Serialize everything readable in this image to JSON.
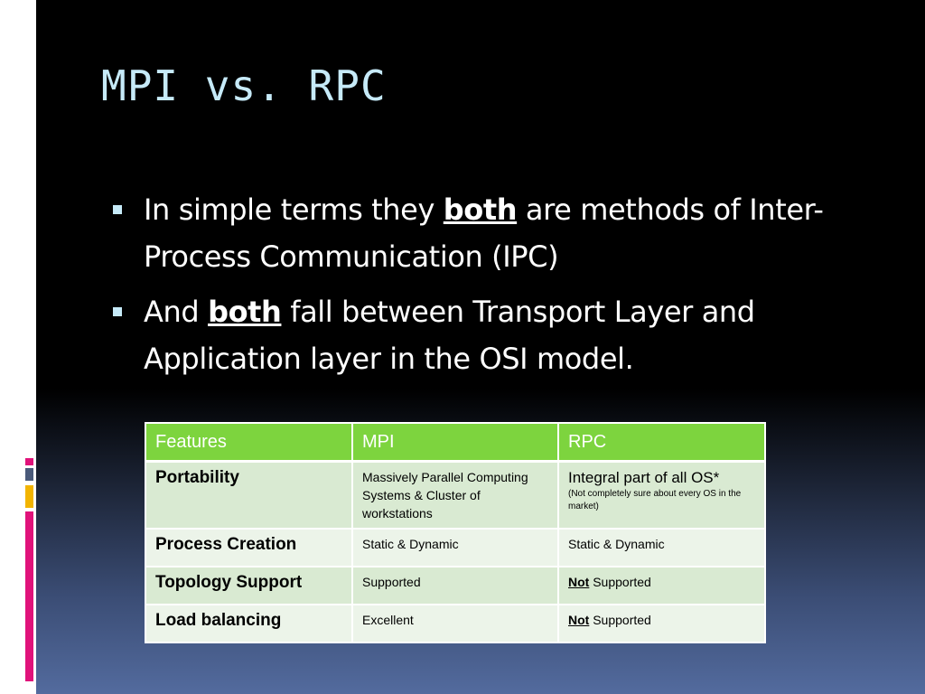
{
  "slide": {
    "title": "MPI vs. RPC",
    "bullets": [
      {
        "pre": "In simple terms they ",
        "emphasis": "both",
        "post": " are methods of Inter-Process Communication (IPC)"
      },
      {
        "pre": "And ",
        "emphasis": "both",
        "post": " fall between Transport Layer and Application layer in the OSI model."
      }
    ]
  },
  "table": {
    "headers": [
      "Features",
      "MPI",
      "RPC"
    ],
    "rows": [
      {
        "feature": "Portability",
        "mpi": "Massively Parallel Computing Systems & Cluster of workstations",
        "rpc_main": "Integral part of all OS*",
        "rpc_note": "(Not completely sure about every OS in the market)"
      },
      {
        "feature": "Process Creation",
        "mpi": "Static & Dynamic",
        "rpc": "Static & Dynamic"
      },
      {
        "feature": "Topology Support",
        "mpi": "Supported",
        "rpc_emphasis": "Not",
        "rpc_rest": " Supported"
      },
      {
        "feature": "Load balancing",
        "mpi": "Excellent",
        "rpc_emphasis": "Not",
        "rpc_rest": " Supported"
      }
    ]
  },
  "colors": {
    "title": "#c6eaf8",
    "header_green": "#7dd43e",
    "row_dark": "#d9ead2",
    "row_light": "#ecf4e9",
    "accent_pink": "#e0127a",
    "accent_yellow": "#f2b400"
  }
}
